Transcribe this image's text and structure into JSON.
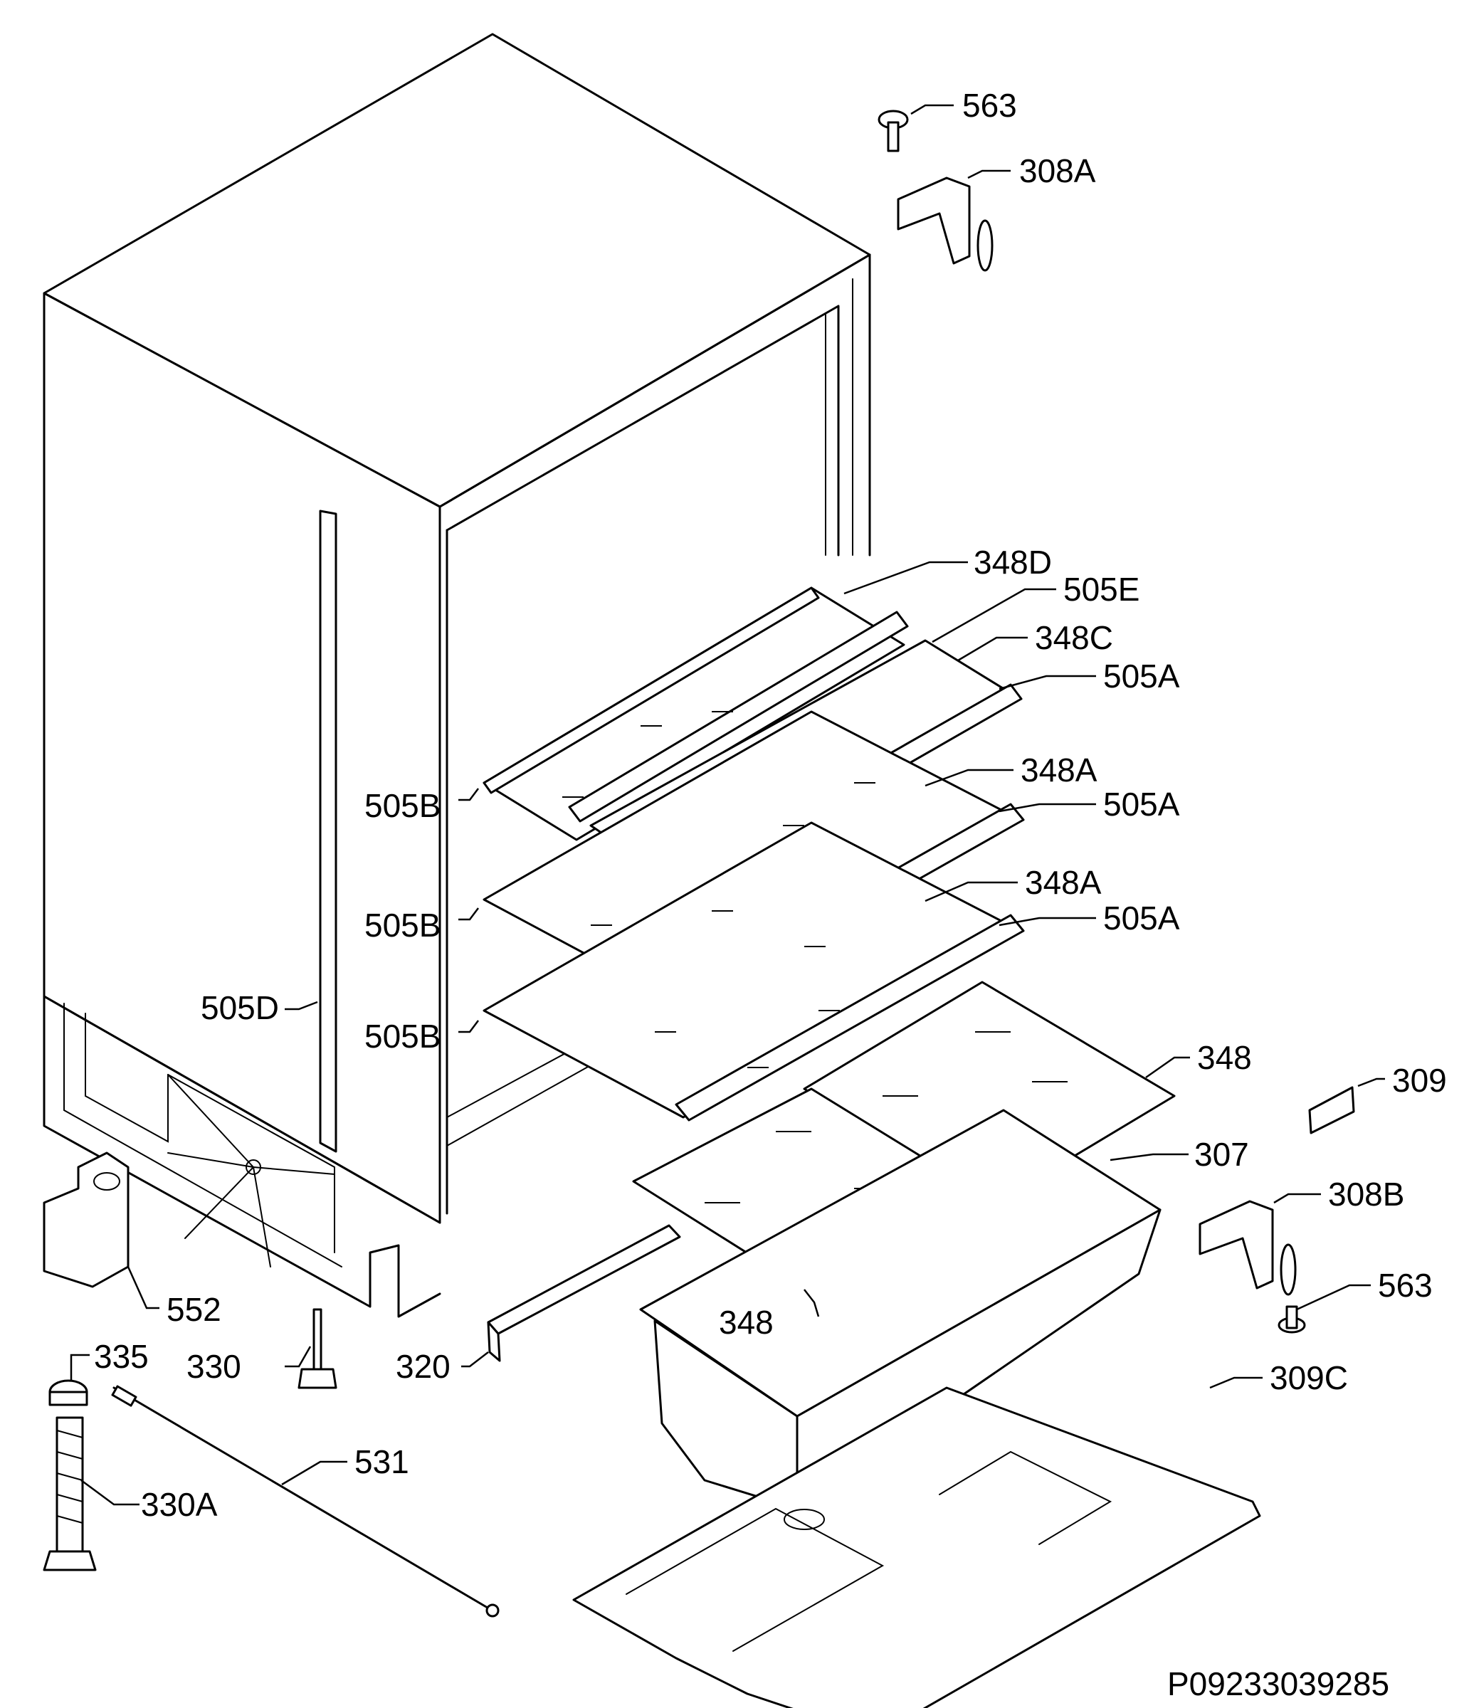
{
  "drawing_id": "P09233039285",
  "parts": {
    "p563_top": "563",
    "p308A": "308A",
    "p348D": "348D",
    "p505E": "505E",
    "p348C": "348C",
    "p505A_1": "505A",
    "p348A_1": "348A",
    "p505A_2": "505A",
    "p348A_2": "348A",
    "p505A_3": "505A",
    "p505B_1": "505B",
    "p505B_2": "505B",
    "p505B_3": "505B",
    "p505D": "505D",
    "p348_1": "348",
    "p309": "309",
    "p307": "307",
    "p308B": "308B",
    "p563_bottom": "563",
    "p552": "552",
    "p348_2": "348",
    "p330": "330",
    "p320": "320",
    "p309C": "309C",
    "p335": "335",
    "p531": "531",
    "p330A": "330A"
  }
}
